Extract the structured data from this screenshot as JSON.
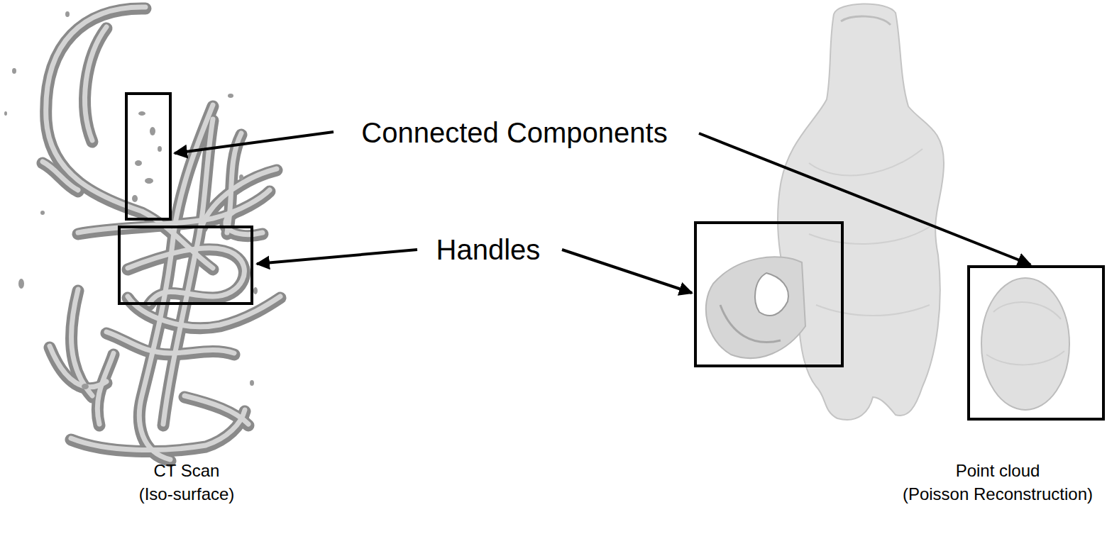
{
  "diagram": {
    "labels": [
      "Connected Components",
      "Handles",
      "CT Scan",
      "(Iso-surface)",
      "Point cloud",
      "(Poisson Reconstruction)"
    ]
  }
}
